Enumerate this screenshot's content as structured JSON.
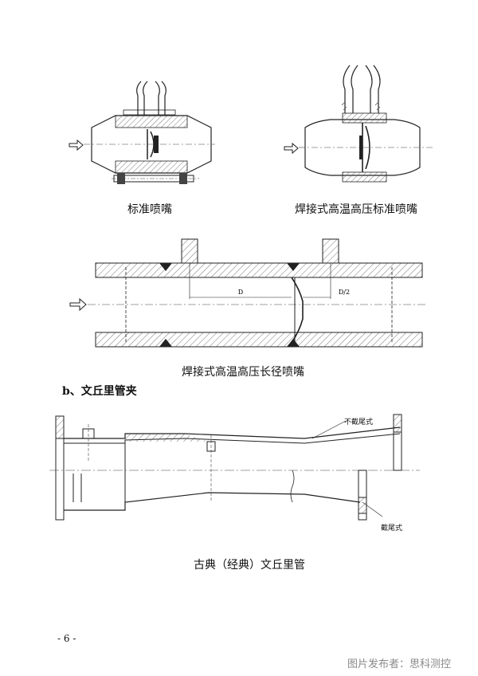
{
  "figures": {
    "standard_nozzle": {
      "caption": "标准喷嘴"
    },
    "welded_hp_standard_nozzle": {
      "caption": "焊接式高温高压标准喷嘴"
    },
    "welded_hp_long_nozzle": {
      "caption": "焊接式高温高压长径喷嘴",
      "dim_d": "D",
      "dim_d2": "D/2"
    },
    "classic_venturi": {
      "caption": "古典（经典）文丘里管",
      "label_untruncated": "不截尾式",
      "label_truncated": "截尾式"
    }
  },
  "section_b": {
    "heading": "b、文丘里管夹"
  },
  "page_number": "- 6 -",
  "watermark": "图片发布者：思科测控",
  "colors": {
    "line": "#222222",
    "hatch": "#555555",
    "watermark": "#8a8a8a"
  }
}
